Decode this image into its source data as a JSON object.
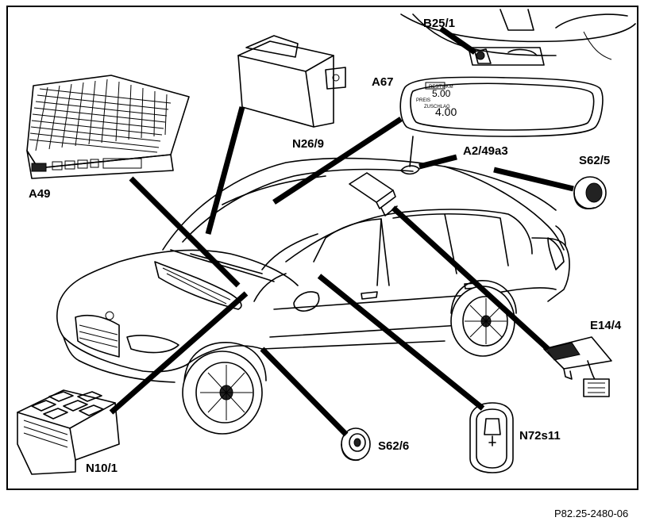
{
  "labels": {
    "a49": "A49",
    "n26_9": "N26/9",
    "b25_1": "B25/1",
    "a67": "A67",
    "a2_49a3": "A2/49a3",
    "s62_5": "S62/5",
    "e14_4": "E14/4",
    "n72s11": "N72s11",
    "s62_6": "S62/6",
    "n10_1": "N10/1"
  },
  "mirror_display": {
    "value1": "5.00",
    "value2": "4.00"
  },
  "reference": "P82.25-2480-06"
}
